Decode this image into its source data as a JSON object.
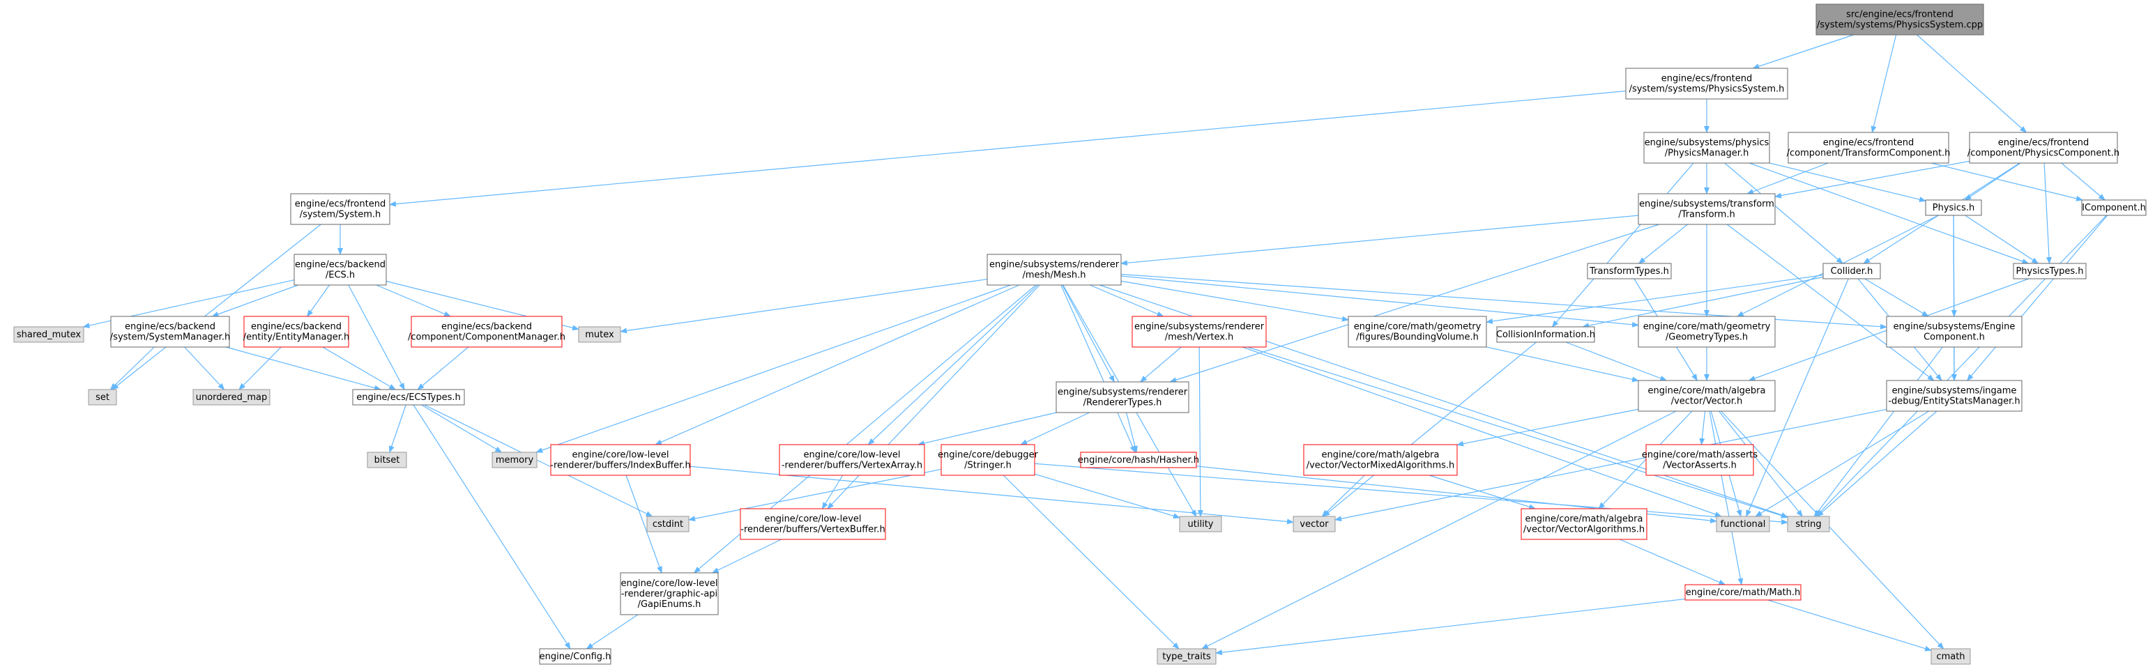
{
  "diagram": {
    "nodes": [
      {
        "id": "root",
        "lines": [
          "src/engine/ecs/frontend",
          "/system/systems/PhysicsSystem.cpp"
        ],
        "style": "root"
      },
      {
        "id": "physsys_h",
        "lines": [
          "engine/ecs/frontend",
          "/system/systems/PhysicsSystem.h"
        ],
        "style": "normal"
      },
      {
        "id": "transcomp_h",
        "lines": [
          "engine/ecs/frontend",
          "/component/TransformComponent.h"
        ],
        "style": "normal"
      },
      {
        "id": "physcomp_h",
        "lines": [
          "engine/ecs/frontend",
          "/component/PhysicsComponent.h"
        ],
        "style": "normal"
      },
      {
        "id": "physmgr_h",
        "lines": [
          "engine/subsystems/physics",
          "/PhysicsManager.h"
        ],
        "style": "normal"
      },
      {
        "id": "system_h",
        "lines": [
          "engine/ecs/frontend",
          "/system/System.h"
        ],
        "style": "normal"
      },
      {
        "id": "transform_h",
        "lines": [
          "engine/subsystems/transform",
          "/Transform.h"
        ],
        "style": "normal"
      },
      {
        "id": "physics_h",
        "lines": [
          "Physics.h"
        ],
        "style": "normal"
      },
      {
        "id": "icomponent_h",
        "lines": [
          "IComponent.h"
        ],
        "style": "normal"
      },
      {
        "id": "ecs_h",
        "lines": [
          "engine/ecs/backend",
          "/ECS.h"
        ],
        "style": "normal"
      },
      {
        "id": "mesh_h",
        "lines": [
          "engine/subsystems/renderer",
          "/mesh/Mesh.h"
        ],
        "style": "normal"
      },
      {
        "id": "transformtypes_h",
        "lines": [
          "TransformTypes.h"
        ],
        "style": "normal"
      },
      {
        "id": "collider_h",
        "lines": [
          "Collider.h"
        ],
        "style": "normal"
      },
      {
        "id": "phystypes_h",
        "lines": [
          "PhysicsTypes.h"
        ],
        "style": "normal"
      },
      {
        "id": "shared_mutex",
        "lines": [
          "shared_mutex"
        ],
        "style": "gray"
      },
      {
        "id": "sysmgr_h",
        "lines": [
          "engine/ecs/backend",
          "/system/SystemManager.h"
        ],
        "style": "normal"
      },
      {
        "id": "entmgr_h",
        "lines": [
          "engine/ecs/backend",
          "/entity/EntityManager.h"
        ],
        "style": "red"
      },
      {
        "id": "compmgr_h",
        "lines": [
          "engine/ecs/backend",
          "/component/ComponentManager.h"
        ],
        "style": "red"
      },
      {
        "id": "mutex",
        "lines": [
          "mutex"
        ],
        "style": "gray"
      },
      {
        "id": "vertex_h",
        "lines": [
          "engine/subsystems/renderer",
          "/mesh/Vertex.h"
        ],
        "style": "red"
      },
      {
        "id": "boundvol_h",
        "lines": [
          "engine/core/math/geometry",
          "/figures/BoundingVolume.h"
        ],
        "style": "normal"
      },
      {
        "id": "collinfo_h",
        "lines": [
          "CollisionInformation.h"
        ],
        "style": "normal"
      },
      {
        "id": "geomtypes_h",
        "lines": [
          "engine/core/math/geometry",
          "/GeometryTypes.h"
        ],
        "style": "normal"
      },
      {
        "id": "enginecomp_h",
        "lines": [
          "engine/subsystems/Engine",
          "Component.h"
        ],
        "style": "normal"
      },
      {
        "id": "set",
        "lines": [
          "set"
        ],
        "style": "gray"
      },
      {
        "id": "unordered_map",
        "lines": [
          "unordered_map"
        ],
        "style": "gray"
      },
      {
        "id": "ecstypes_h",
        "lines": [
          "engine/ecs/ECSTypes.h"
        ],
        "style": "normal"
      },
      {
        "id": "renderertypes_h",
        "lines": [
          "engine/subsystems/renderer",
          "/RendererTypes.h"
        ],
        "style": "normal"
      },
      {
        "id": "vector_h",
        "lines": [
          "engine/core/math/algebra",
          "/vector/Vector.h"
        ],
        "style": "normal"
      },
      {
        "id": "entstats_h",
        "lines": [
          "engine/subsystems/ingame",
          "-debug/EntityStatsManager.h"
        ],
        "style": "normal"
      },
      {
        "id": "bitset",
        "lines": [
          "bitset"
        ],
        "style": "gray"
      },
      {
        "id": "memory",
        "lines": [
          "memory"
        ],
        "style": "gray"
      },
      {
        "id": "indexbuf_h",
        "lines": [
          "engine/core/low-level",
          "-renderer/buffers/IndexBuffer.h"
        ],
        "style": "red"
      },
      {
        "id": "vertexarr_h",
        "lines": [
          "engine/core/low-level",
          "-renderer/buffers/VertexArray.h"
        ],
        "style": "red"
      },
      {
        "id": "stringer_h",
        "lines": [
          "engine/core/debugger",
          "/Stringer.h"
        ],
        "style": "red"
      },
      {
        "id": "hasher_h",
        "lines": [
          "engine/core/hash/Hasher.h"
        ],
        "style": "red"
      },
      {
        "id": "vecmixed_h",
        "lines": [
          "engine/core/math/algebra",
          "/vector/VectorMixedAlgorithms.h"
        ],
        "style": "red"
      },
      {
        "id": "vecasserts_h",
        "lines": [
          "engine/core/math/asserts",
          "/VectorAsserts.h"
        ],
        "style": "red"
      },
      {
        "id": "cstdint",
        "lines": [
          "cstdint"
        ],
        "style": "gray"
      },
      {
        "id": "utility",
        "lines": [
          "utility"
        ],
        "style": "gray"
      },
      {
        "id": "vector",
        "lines": [
          "vector"
        ],
        "style": "gray"
      },
      {
        "id": "functional",
        "lines": [
          "functional"
        ],
        "style": "gray"
      },
      {
        "id": "string",
        "lines": [
          "string"
        ],
        "style": "gray"
      },
      {
        "id": "vertexbuf_h",
        "lines": [
          "engine/core/low-level",
          "-renderer/buffers/VertexBuffer.h"
        ],
        "style": "red"
      },
      {
        "id": "vecalgo_h",
        "lines": [
          "engine/core/math/algebra",
          "/vector/VectorAlgorithms.h"
        ],
        "style": "red"
      },
      {
        "id": "gapienums_h",
        "lines": [
          "engine/core/low-level",
          "-renderer/graphic-api",
          "/GapiEnums.h"
        ],
        "style": "normal"
      },
      {
        "id": "math_h",
        "lines": [
          "engine/core/math/Math.h"
        ],
        "style": "red"
      },
      {
        "id": "config_h",
        "lines": [
          "engine/Config.h"
        ],
        "style": "normal"
      },
      {
        "id": "type_traits",
        "lines": [
          "type_traits"
        ],
        "style": "gray"
      },
      {
        "id": "cmath",
        "lines": [
          "cmath"
        ],
        "style": "gray"
      }
    ],
    "edges": [
      [
        "root",
        "physsys_h"
      ],
      [
        "root",
        "transcomp_h"
      ],
      [
        "root",
        "physcomp_h"
      ],
      [
        "physsys_h",
        "physmgr_h"
      ],
      [
        "physsys_h",
        "system_h"
      ],
      [
        "transcomp_h",
        "transform_h"
      ],
      [
        "transcomp_h",
        "icomponent_h"
      ],
      [
        "physcomp_h",
        "transform_h"
      ],
      [
        "physcomp_h",
        "physics_h"
      ],
      [
        "physcomp_h",
        "icomponent_h"
      ],
      [
        "physcomp_h",
        "collider_h"
      ],
      [
        "physcomp_h",
        "phystypes_h"
      ],
      [
        "physmgr_h",
        "transform_h"
      ],
      [
        "physmgr_h",
        "physics_h"
      ],
      [
        "physmgr_h",
        "collider_h"
      ],
      [
        "physmgr_h",
        "phystypes_h"
      ],
      [
        "physmgr_h",
        "collinfo_h"
      ],
      [
        "system_h",
        "ecs_h"
      ],
      [
        "system_h",
        "set"
      ],
      [
        "transform_h",
        "mesh_h"
      ],
      [
        "transform_h",
        "transformtypes_h"
      ],
      [
        "transform_h",
        "geomtypes_h"
      ],
      [
        "transform_h",
        "renderertypes_h"
      ],
      [
        "transform_h",
        "entstats_h"
      ],
      [
        "physics_h",
        "phystypes_h"
      ],
      [
        "physics_h",
        "enginecomp_h"
      ],
      [
        "physics_h",
        "geomtypes_h"
      ],
      [
        "physics_h",
        "entstats_h"
      ],
      [
        "icomponent_h",
        "entstats_h"
      ],
      [
        "icomponent_h",
        "string"
      ],
      [
        "ecs_h",
        "shared_mutex"
      ],
      [
        "ecs_h",
        "sysmgr_h"
      ],
      [
        "ecs_h",
        "entmgr_h"
      ],
      [
        "ecs_h",
        "compmgr_h"
      ],
      [
        "ecs_h",
        "mutex"
      ],
      [
        "ecs_h",
        "ecstypes_h"
      ],
      [
        "mesh_h",
        "mutex"
      ],
      [
        "mesh_h",
        "vertex_h"
      ],
      [
        "mesh_h",
        "boundvol_h"
      ],
      [
        "mesh_h",
        "geomtypes_h"
      ],
      [
        "mesh_h",
        "enginecomp_h"
      ],
      [
        "mesh_h",
        "renderertypes_h"
      ],
      [
        "mesh_h",
        "memory"
      ],
      [
        "mesh_h",
        "indexbuf_h"
      ],
      [
        "mesh_h",
        "vertexarr_h"
      ],
      [
        "mesh_h",
        "hasher_h"
      ],
      [
        "mesh_h",
        "utility"
      ],
      [
        "mesh_h",
        "string"
      ],
      [
        "mesh_h",
        "vertexbuf_h"
      ],
      [
        "mesh_h",
        "gapienums_h"
      ],
      [
        "transformtypes_h",
        "vector_h"
      ],
      [
        "collider_h",
        "boundvol_h"
      ],
      [
        "collider_h",
        "collinfo_h"
      ],
      [
        "collider_h",
        "enginecomp_h"
      ],
      [
        "collider_h",
        "entstats_h"
      ],
      [
        "collider_h",
        "functional"
      ],
      [
        "phystypes_h",
        "vector_h"
      ],
      [
        "sysmgr_h",
        "set"
      ],
      [
        "sysmgr_h",
        "unordered_map"
      ],
      [
        "sysmgr_h",
        "ecstypes_h"
      ],
      [
        "entmgr_h",
        "unordered_map"
      ],
      [
        "entmgr_h",
        "ecstypes_h"
      ],
      [
        "compmgr_h",
        "ecstypes_h"
      ],
      [
        "vertex_h",
        "renderertypes_h"
      ],
      [
        "vertex_h",
        "utility"
      ],
      [
        "vertex_h",
        "string"
      ],
      [
        "vertex_h",
        "functional"
      ],
      [
        "boundvol_h",
        "vector_h"
      ],
      [
        "collinfo_h",
        "vector_h"
      ],
      [
        "collinfo_h",
        "vector"
      ],
      [
        "geomtypes_h",
        "vector_h"
      ],
      [
        "enginecomp_h",
        "entstats_h"
      ],
      [
        "enginecomp_h",
        "string"
      ],
      [
        "ecstypes_h",
        "bitset"
      ],
      [
        "ecstypes_h",
        "memory"
      ],
      [
        "ecstypes_h",
        "cstdint"
      ],
      [
        "ecstypes_h",
        "config_h"
      ],
      [
        "renderertypes_h",
        "stringer_h"
      ],
      [
        "renderertypes_h",
        "hasher_h"
      ],
      [
        "renderertypes_h",
        "vertexarr_h"
      ],
      [
        "vector_h",
        "vecmixed_h"
      ],
      [
        "vector_h",
        "vecasserts_h"
      ],
      [
        "vector_h",
        "vecalgo_h"
      ],
      [
        "vector_h",
        "math_h"
      ],
      [
        "vector_h",
        "string"
      ],
      [
        "vector_h",
        "functional"
      ],
      [
        "vector_h",
        "type_traits"
      ],
      [
        "vector_h",
        "cmath"
      ],
      [
        "entstats_h",
        "vector"
      ],
      [
        "entstats_h",
        "functional"
      ],
      [
        "entstats_h",
        "string"
      ],
      [
        "indexbuf_h",
        "gapienums_h"
      ],
      [
        "indexbuf_h",
        "vector"
      ],
      [
        "vertexarr_h",
        "vertexbuf_h"
      ],
      [
        "stringer_h",
        "cstdint"
      ],
      [
        "stringer_h",
        "utility"
      ],
      [
        "stringer_h",
        "type_traits"
      ],
      [
        "stringer_h",
        "string"
      ],
      [
        "hasher_h",
        "functional"
      ],
      [
        "vecmixed_h",
        "vector"
      ],
      [
        "vecmixed_h",
        "vecalgo_h"
      ],
      [
        "vertexbuf_h",
        "gapienums_h"
      ],
      [
        "vecalgo_h",
        "math_h"
      ],
      [
        "gapienums_h",
        "config_h"
      ],
      [
        "math_h",
        "type_traits"
      ],
      [
        "math_h",
        "cmath"
      ]
    ],
    "colors": {
      "edge": "#63b8ff",
      "root_fill": "#999999",
      "root_border": "#666666",
      "normal_fill": "#ffffff",
      "normal_border": "#666666",
      "red_border": "#ff0000",
      "gray_fill": "#e0e0e0",
      "gray_border": "#999999"
    }
  }
}
